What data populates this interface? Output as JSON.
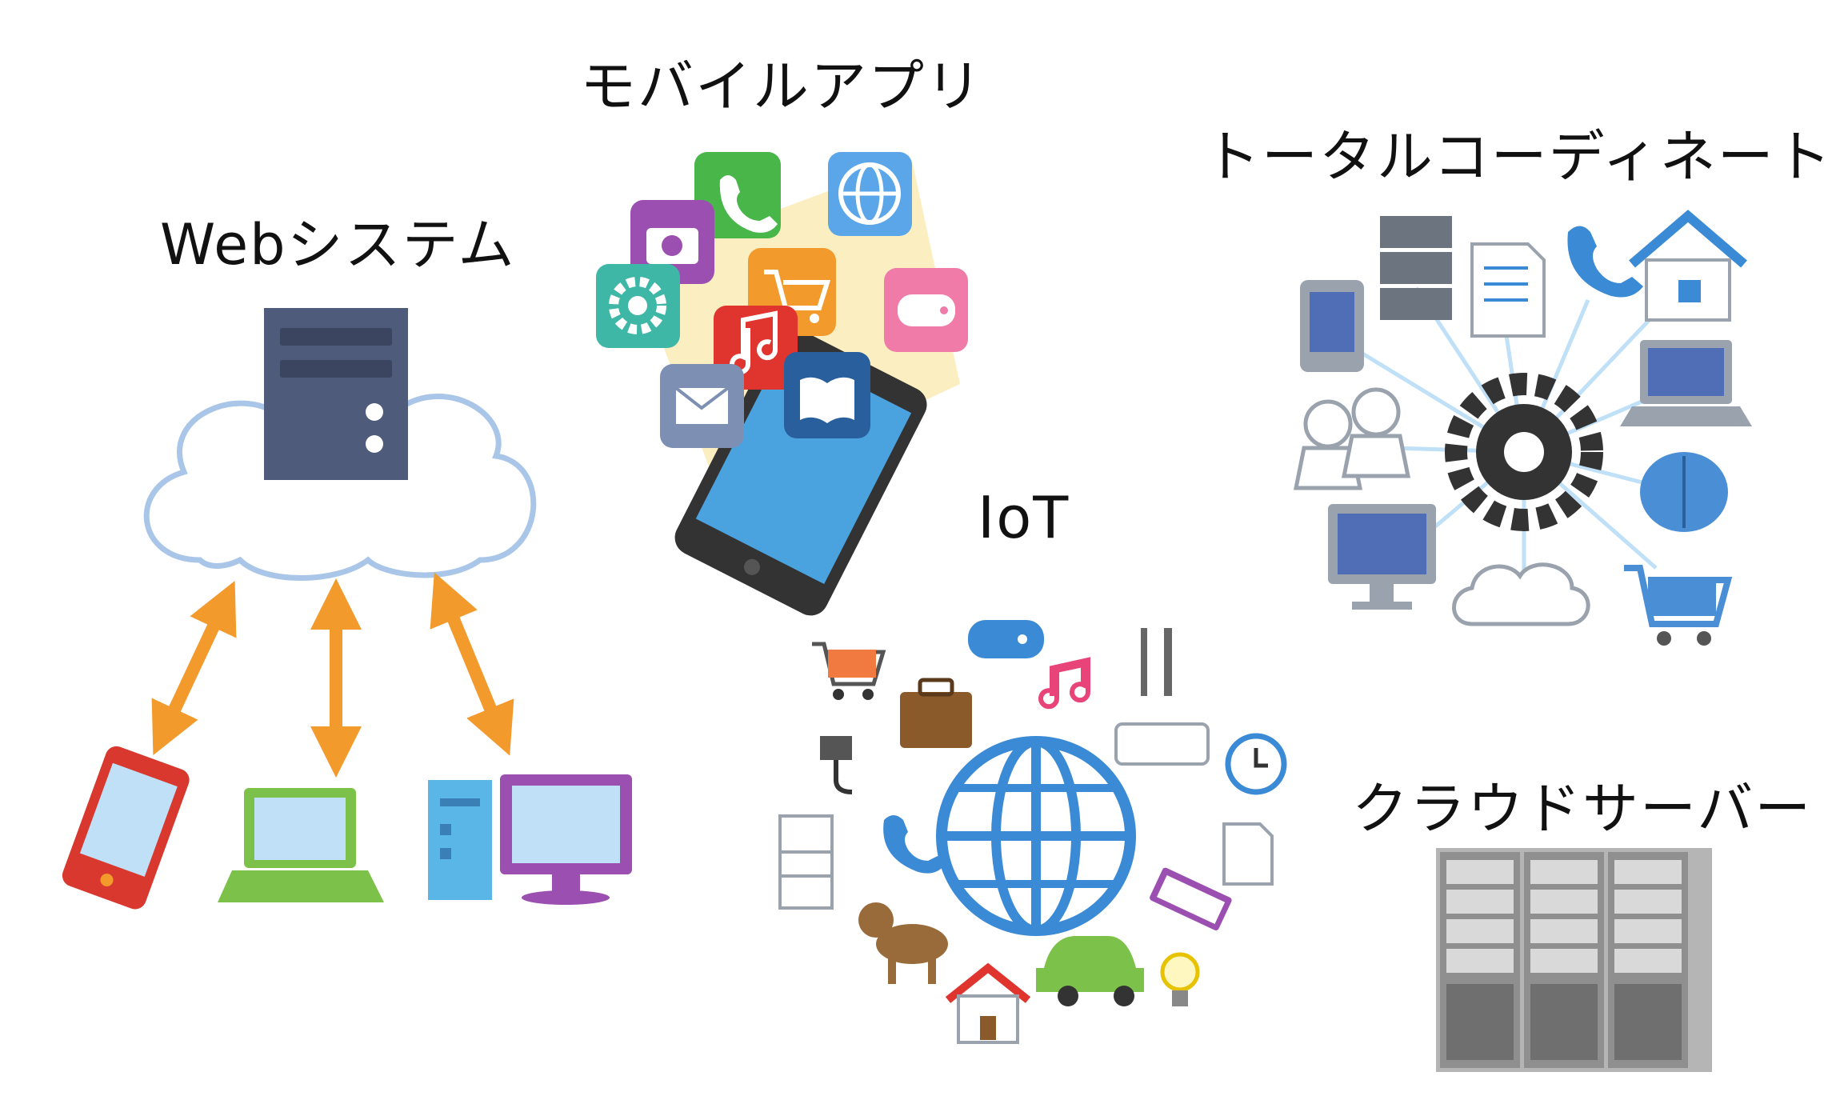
{
  "sections": {
    "web": {
      "title": "Webシステム"
    },
    "mobile": {
      "title": "モバイルアプリ"
    },
    "total": {
      "title": "トータルコーディネート"
    },
    "iot": {
      "title": "IoT"
    },
    "cloud_server": {
      "title": "クラウドサーバー"
    }
  },
  "colors": {
    "arrow": "#f39a2d",
    "cloud_outline": "#a9c6e8",
    "server": "#4f5b7a",
    "globe": "#3a8ad6",
    "gear": "#333333",
    "rack": "#a9a9a9"
  },
  "icons": {
    "web": [
      "server-icon",
      "cloud-icon",
      "smartphone-icon",
      "laptop-icon",
      "desktop-pc-icon",
      "double-arrow-icon"
    ],
    "mobile": [
      "phone-icon",
      "globe-icon",
      "camera-icon",
      "settings-icon",
      "shopping-cart-icon",
      "game-controller-icon",
      "music-icon",
      "mail-icon",
      "book-icon",
      "smartphone-icon"
    ],
    "total": [
      "tablet-icon",
      "server-icon",
      "document-icon",
      "phone-icon",
      "house-icon",
      "people-icon",
      "gear-icon",
      "laptop-icon",
      "brain-icon",
      "monitor-icon",
      "cloud-icon",
      "shopping-cart-icon"
    ],
    "iot": [
      "shopping-cart-icon",
      "suitcase-icon",
      "game-controller-icon",
      "music-icon",
      "fork-knife-icon",
      "air-conditioner-icon",
      "clock-icon",
      "plug-icon",
      "globe-icon",
      "refrigerator-icon",
      "phone-icon",
      "document-icon",
      "keyboard-icon",
      "dog-icon",
      "house-icon",
      "car-icon",
      "light-bulb-icon"
    ],
    "cloud_server": [
      "server-rack-icon"
    ]
  }
}
